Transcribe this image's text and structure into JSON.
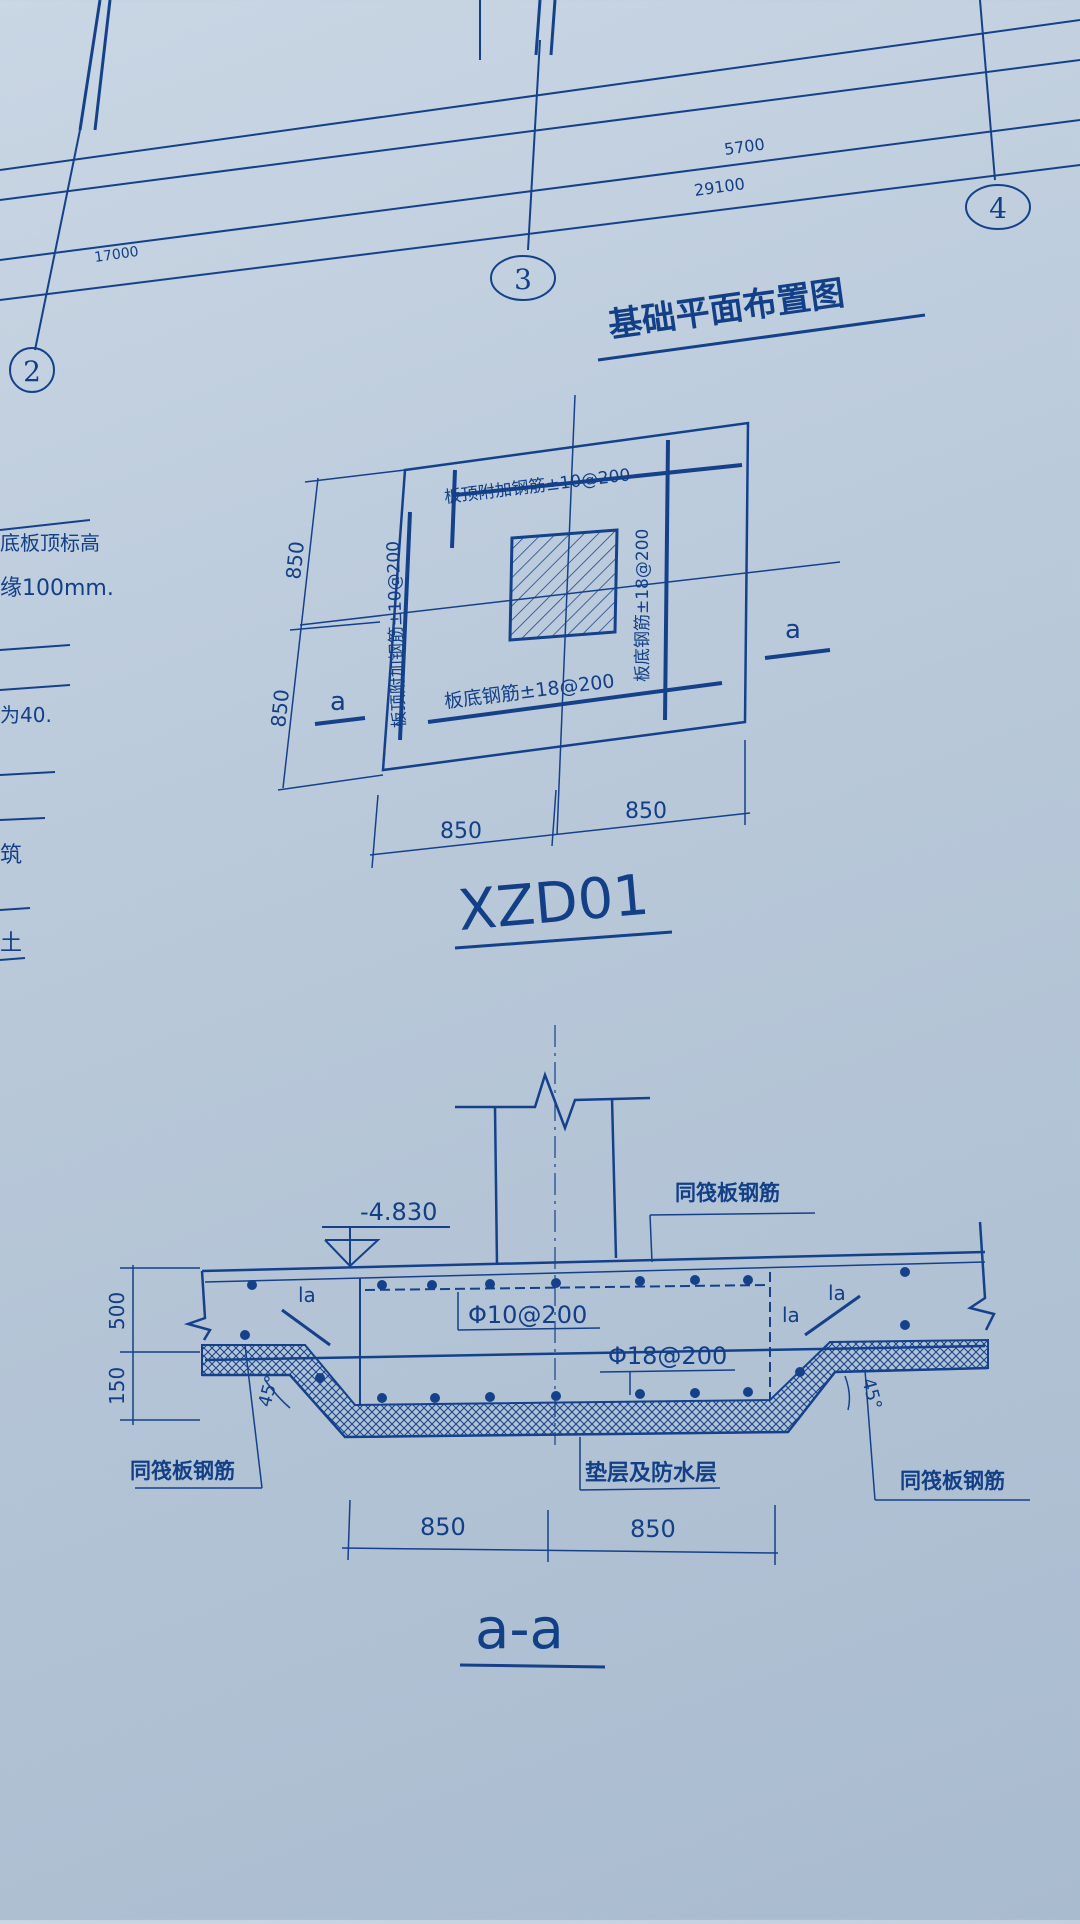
{
  "grid": {
    "axis_2": "2",
    "axis_3": "3",
    "axis_4": "4",
    "dim_17000": "17000",
    "dim_29100": "29100",
    "dim_5700": "5700"
  },
  "plan_title": "基础平面布置图",
  "left_notes": {
    "note_1": "底板顶标高",
    "note_2": "缘100mm.",
    "note_3": "为40.",
    "note_4": "筑",
    "note_5": "土"
  },
  "plan": {
    "top_rebar": "板顶附加钢筋±10@200",
    "left_rebar": "板顶附加钢筋±10@200",
    "right_rebar": "板底钢筋±18@200",
    "bottom_rebar": "板底钢筋±18@200",
    "dim_left_top": "850",
    "dim_left_bottom": "850",
    "dim_bottom_left": "850",
    "dim_bottom_right": "850",
    "section_mark_left": "a",
    "section_mark_right": "a",
    "title": "XZD01"
  },
  "section": {
    "elevation": "-4.830",
    "label_top_right": "同筏板钢筋",
    "label_bottom_left": "同筏板钢筋",
    "label_bottom_right": "同筏板钢筋",
    "rebar_top": "Φ10@200",
    "rebar_bottom": "Φ18@200",
    "cushion_label": "垫层及防水层",
    "la_left": "la",
    "la_right_top": "la",
    "la_right": "la",
    "angle_left": "45°",
    "angle_right": "45°",
    "dim_500": "500",
    "dim_150": "150",
    "dim_bottom_left": "850",
    "dim_bottom_right": "850",
    "title": "a-a"
  },
  "colors": {
    "paper": "#bccbdb",
    "ink": "#15418b"
  }
}
